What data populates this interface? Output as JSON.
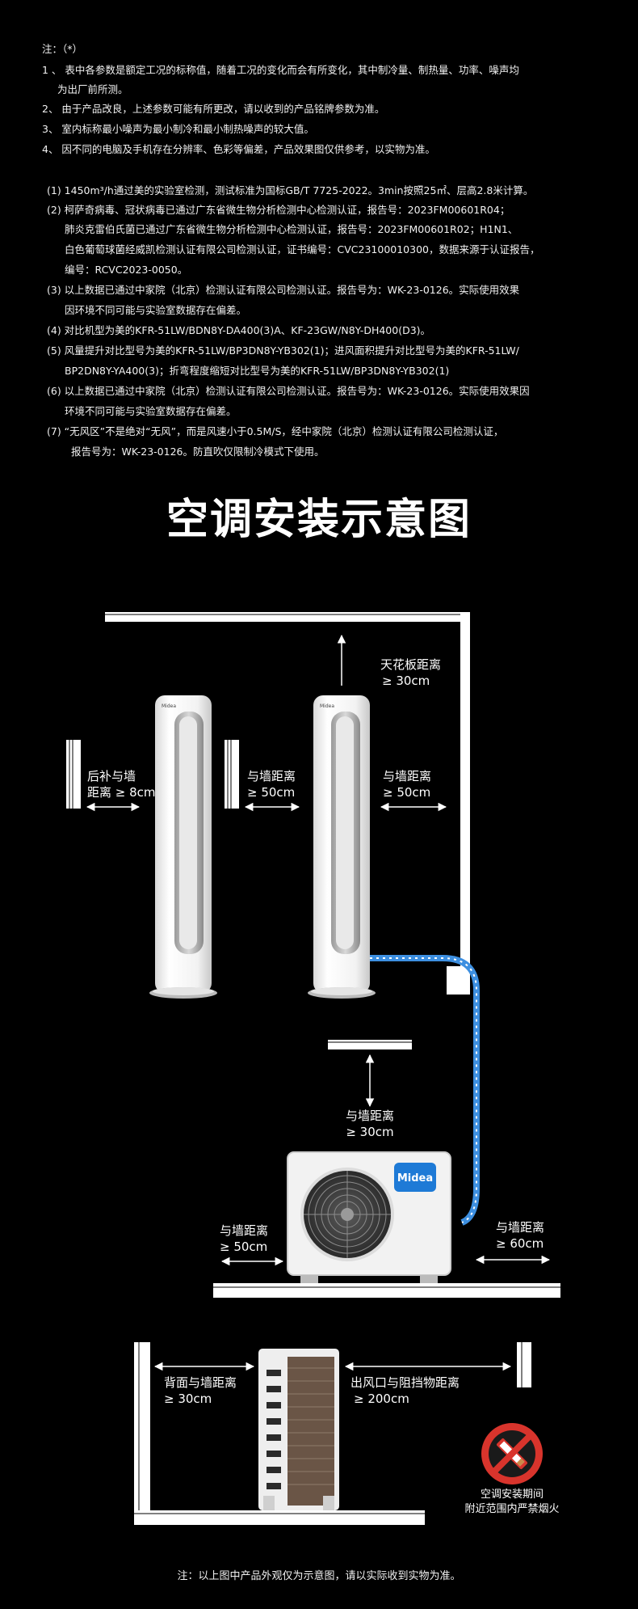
{
  "notes": {
    "heading": "注：（*）",
    "items": [
      "1 、 表中各参数是额定工况的标称值，随着工况的变化而会有所变化，其中制冷量、制热量、功率、噪声均",
      "为出厂前所测。",
      "2、 由于产品改良，上述参数可能有所更改，请以收到的产品铭牌参数为准。",
      "3、 室内标称最小噪声为最小制冷和最小制热噪声的较大值。",
      "4、 因不同的电脑及手机存在分辨率、色彩等偏差，产品效果图仅供参考，以实物为准。"
    ],
    "footnotes": [
      "(1) 1450m³/h通过美的实验室检测，测试标准为国标GB/T 7725-2022。3min按照25㎡、层高2.8米计算。",
      "(2) 柯萨奇病毒、冠状病毒已通过广东省微生物分析检测中心检测认证，报告号：2023FM00601R04；",
      "肺炎克雷伯氏菌已通过广东省微生物分析检测中心检测认证，报告号：2023FM00601R02；H1N1、",
      "白色葡萄球菌经威凯检测认证有限公司检测认证，证书编号：CVC23100010300，数据来源于认证报告，",
      "编号：RCVC2023-0050。",
      "(3) 以上数据已通过中家院（北京）检测认证有限公司检测认证。报告号为：WK-23-0126。实际使用效果",
      "因环境不同可能与实验室数据存在偏差。",
      "(4) 对比机型为美的KFR-51LW/BDN8Y-DA400(3)A、KF-23GW/N8Y-DH400(D3)。",
      "(5) 风量提升对比型号为美的KFR-51LW/BP3DN8Y-YB302(1)；进风面积提升对比型号为美的KFR-51LW/",
      "BP2DN8Y-YA400(3)；折弯程度缩短对比型号为美的KFR-51LW/BP3DN8Y-YB302(1)",
      "(6) 以上数据已通过中家院（北京）检测认证有限公司检测认证。报告号为：WK-23-0126。实际使用效果因",
      "环境不同可能与实验室数据存在偏差。",
      "(7) “无风区”不是绝对“无风”，而是风速小于0.5M/S，经中家院（北京）检测认证有限公司检测认证，",
      "报告号为：WK-23-0126。防直吹仅限制冷模式下使用。"
    ]
  },
  "title": "空调安装示意图",
  "labels": {
    "ceiling": [
      "天花板距离",
      "≥ 30cm"
    ],
    "back_wall": [
      "后补与墙",
      "距离 ≥ 8cm"
    ],
    "wall_left": [
      "与墙距离",
      "≥ 50cm"
    ],
    "wall_right": [
      "与墙距离",
      "≥ 50cm"
    ],
    "outdoor_top": [
      "与墙距离",
      "≥ 30cm"
    ],
    "outdoor_left": [
      "与墙距离",
      "≥ 50cm"
    ],
    "outdoor_right": [
      "与墙距离",
      "≥ 60cm"
    ],
    "side_back": [
      "背面与墙距离",
      "≥ 30cm"
    ],
    "side_outlet": [
      "出风口与阻挡物距离",
      "≥ 200cm"
    ],
    "no_smoking": [
      "空调安装期间",
      "附近范围内严禁烟火"
    ]
  },
  "brand": "Midea",
  "footer": "注：以上图中产品外观仅为示意图，请以实际收到实物为准。",
  "colors": {
    "background": "#000000",
    "pipe": "#3d8fe0",
    "brand_blue": "#1e7ad6",
    "prohibit_red": "#d8342c"
  }
}
